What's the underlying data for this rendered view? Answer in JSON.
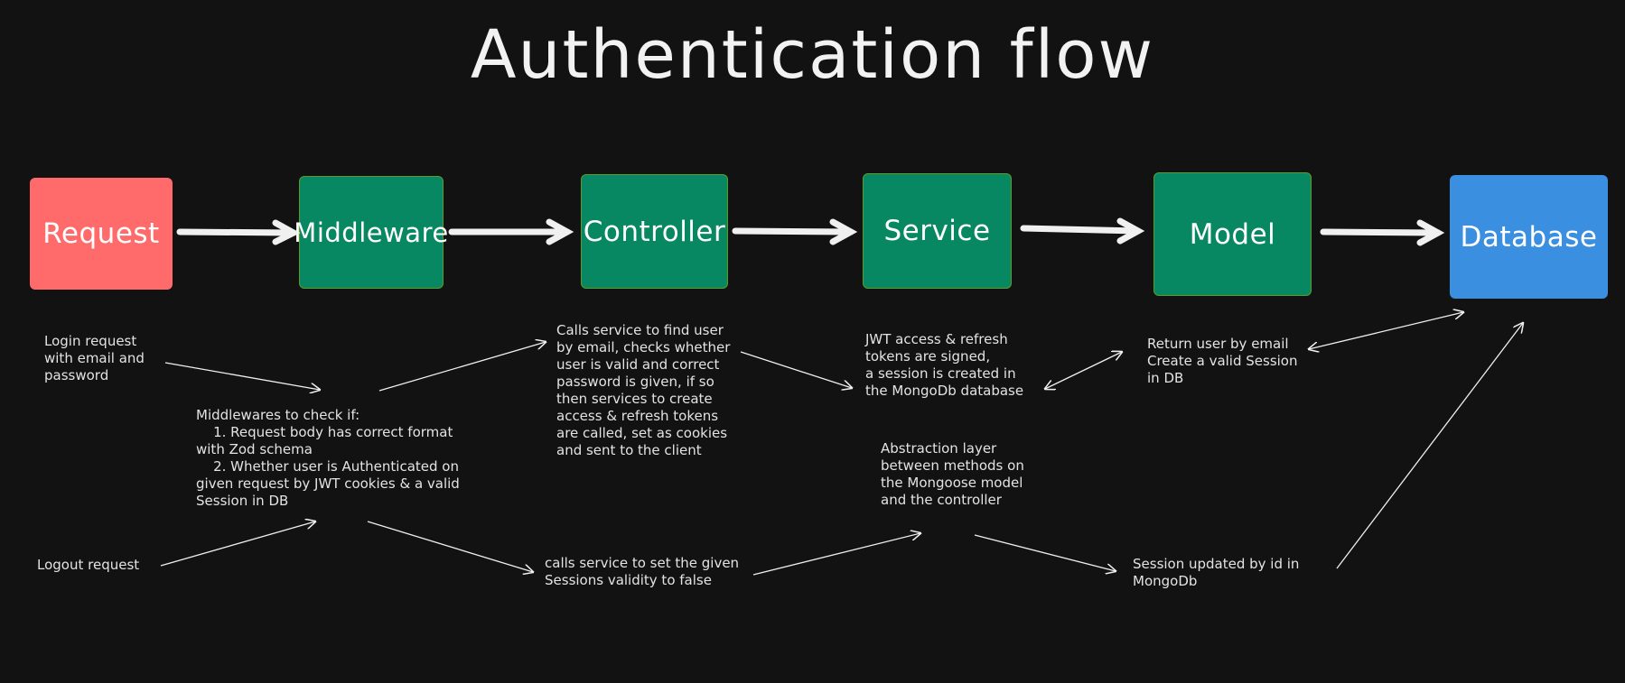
{
  "title": "Authentication flow",
  "colors": {
    "background": "#121212",
    "request": "#ff6b6b",
    "layer": "#088862",
    "layer_border": "#5c9b2a",
    "database": "#3a8fe0",
    "arrow": "#f0f0f0"
  },
  "boxes": {
    "request": "Request",
    "middleware": "Middleware",
    "controller": "Controller",
    "service": "Service",
    "model": "Model",
    "database": "Database"
  },
  "notes": {
    "login": "Login request\nwith email and\npassword",
    "middleware": "Middlewares to check if:\n    1. Request body has correct format\nwith Zod schema\n    2. Whether user is Authenticated on\ngiven request by JWT cookies & a valid\nSession in DB",
    "logout": "Logout request",
    "controller_login": "Calls service to find user\nby email, checks whether\nuser is valid and correct\npassword is given, if so\nthen services to create\naccess & refresh tokens\nare called, set as cookies\nand sent to the client",
    "controller_logout": "calls service to set the given\nSessions validity to false",
    "service_login": "JWT access & refresh\ntokens are signed,\na session is created in\nthe MongoDb database",
    "service_desc": "Abstraction layer\nbetween methods on\nthe Mongoose model\nand the controller",
    "model_login": "Return user by email\nCreate a valid Session\nin DB",
    "model_logout": "Session updated by id in\nMongoDb"
  }
}
